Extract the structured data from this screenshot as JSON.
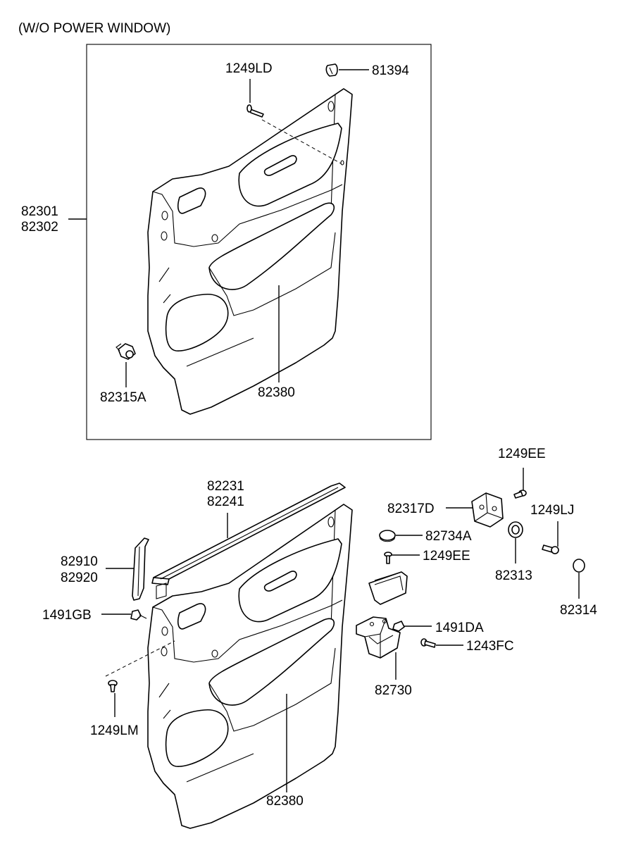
{
  "header": "(W/O POWER WINDOW)",
  "parts": {
    "p1249LD": "1249LD",
    "p81394": "81394",
    "p82301": "82301",
    "p82302": "82302",
    "p82315A": "82315A",
    "p82380_top": "82380",
    "p1249EE_a": "1249EE",
    "p82231": "82231",
    "p82241": "82241",
    "p82317D": "82317D",
    "p1249LJ": "1249LJ",
    "p82734A": "82734A",
    "p1249EE_b": "1249EE",
    "p82910": "82910",
    "p82920": "82920",
    "p82313": "82313",
    "p82314": "82314",
    "p1491GB": "1491GB",
    "p1491DA": "1491DA",
    "p1243FC": "1243FC",
    "p82730": "82730",
    "p1249LM": "1249LM",
    "p82380_bottom": "82380"
  }
}
